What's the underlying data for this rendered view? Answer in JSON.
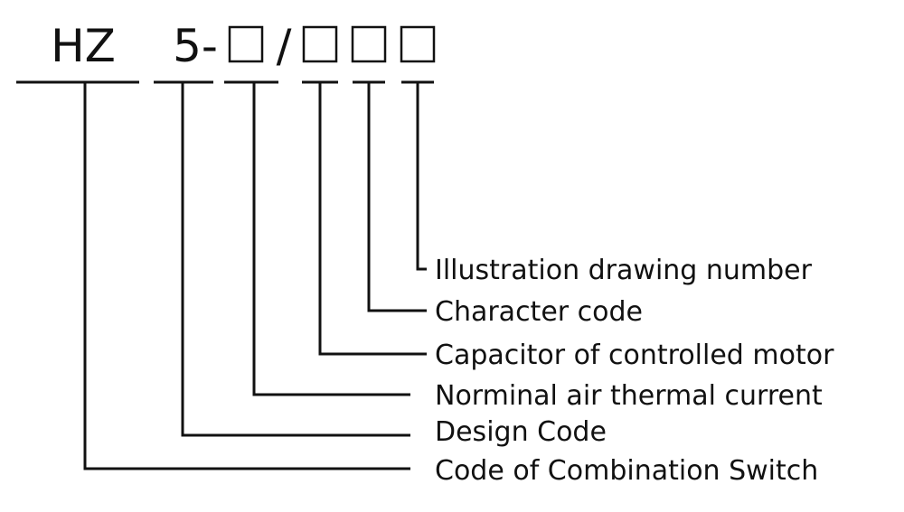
{
  "code": {
    "prefix": "HZ",
    "design_digit": "5-",
    "separator": "/"
  },
  "labels": {
    "illustration": "Illustration drawing number",
    "character": "Character code",
    "capacitor": "Capacitor of controlled motor",
    "current": "Norminal air thermal current",
    "design": "Design Code",
    "combination": "Code of Combination Switch"
  },
  "colors": {
    "ink": "#111111",
    "background": "#ffffff"
  }
}
